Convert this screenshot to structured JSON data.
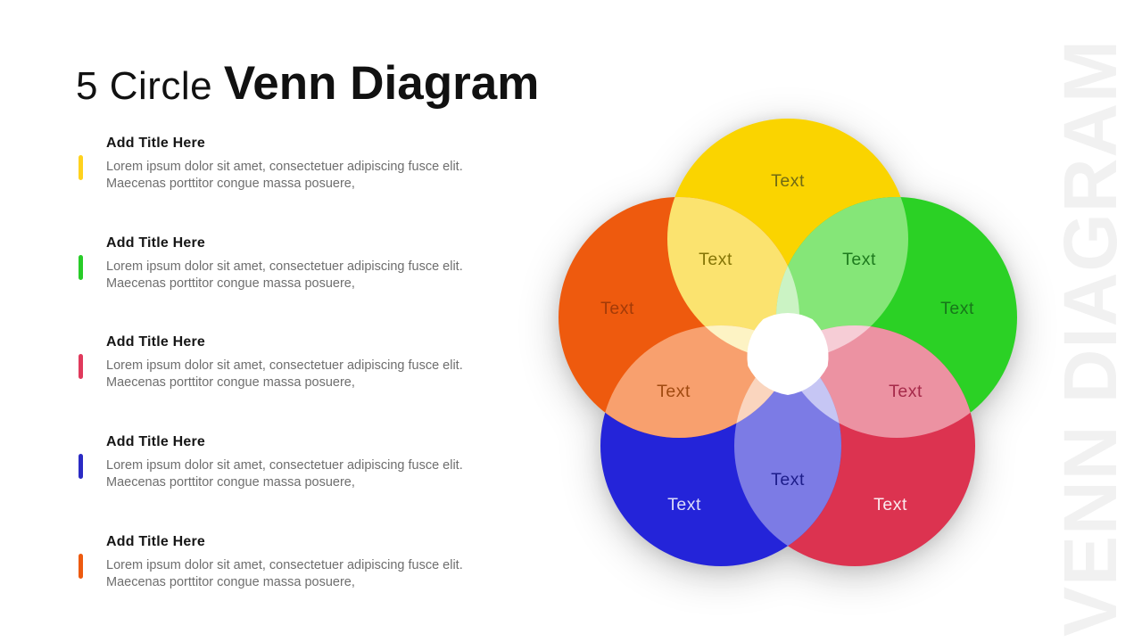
{
  "title": {
    "prefix": "5 Circle ",
    "emphasis": "Venn Diagram"
  },
  "watermark": "VENN DIAGRAM",
  "list": {
    "items": [
      {
        "title": "Add Title Here",
        "body": "Lorem ipsum dolor sit amet, consectetuer adipiscing fusce elit. Maecenas porttitor congue massa posuere,",
        "color": "#FFD21E"
      },
      {
        "title": "Add Title Here",
        "body": "Lorem ipsum dolor sit amet, consectetuer adipiscing fusce elit. Maecenas porttitor congue massa posuere,",
        "color": "#28CC28"
      },
      {
        "title": "Add Title Here",
        "body": "Lorem ipsum dolor sit amet, consectetuer adipiscing fusce elit. Maecenas porttitor congue massa posuere,",
        "color": "#E03A5C"
      },
      {
        "title": "Add Title Here",
        "body": "Lorem ipsum dolor sit amet, consectetuer adipiscing fusce elit. Maecenas porttitor congue massa posuere,",
        "color": "#2B2BC4"
      },
      {
        "title": "Add Title Here",
        "body": "Lorem ipsum dolor sit amet, consectetuer adipiscing fusce elit. Maecenas porttitor congue massa posuere,",
        "color": "#ED5A10"
      }
    ]
  },
  "venn": {
    "circles": [
      {
        "name": "yellow",
        "label": "Text",
        "color": "#FAD400",
        "label_color": "#716B14"
      },
      {
        "name": "green",
        "label": "Text",
        "color": "#2BD125",
        "label_color": "#17771A"
      },
      {
        "name": "red",
        "label": "Text",
        "color": "#DC3350",
        "label_color": "#FBEAEE"
      },
      {
        "name": "blue",
        "label": "Text",
        "color": "#2424D9",
        "label_color": "#DDDDF9"
      },
      {
        "name": "orange",
        "label": "Text",
        "color": "#EE5A0E",
        "label_color": "#A33B08"
      }
    ],
    "overlaps": [
      {
        "name": "yellow-orange",
        "label": "Text",
        "color": "#FBE36F",
        "label_color": "#857506"
      },
      {
        "name": "yellow-green",
        "label": "Text",
        "color": "#85E678",
        "label_color": "#1E7A1E"
      },
      {
        "name": "green-red",
        "label": "Text",
        "color": "#EC92A2",
        "label_color": "#A62A4A"
      },
      {
        "name": "red-blue",
        "label": "Text",
        "color": "#7C7BE5",
        "label_color": "#1D1D8A"
      },
      {
        "name": "blue-orange",
        "label": "Text",
        "color": "#F8A06E",
        "label_color": "#A04A10"
      }
    ],
    "inner_tints": {
      "yellow": "#FDF3C4",
      "green": "#CBF3C4",
      "red": "#F6CDD6",
      "blue": "#C6C6F4",
      "orange": "#FAD5BE"
    },
    "center_color": "#FFFFFF"
  }
}
